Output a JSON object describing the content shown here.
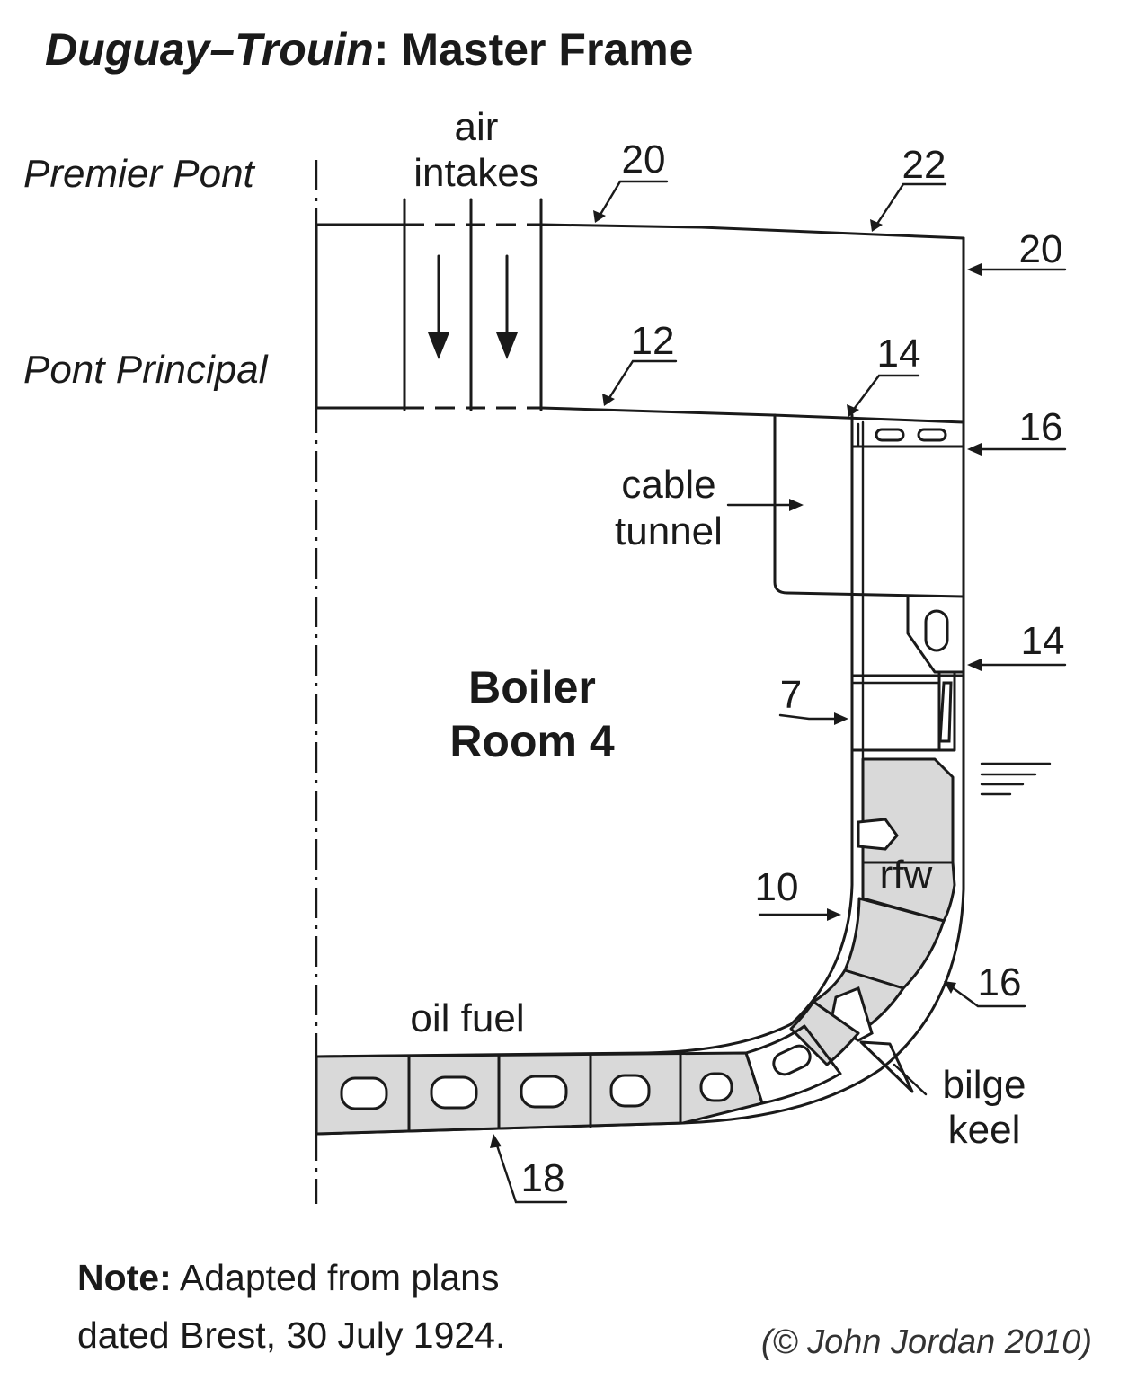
{
  "title": {
    "ship": "Duguay–Trouin",
    "rest": ": Master Frame"
  },
  "labels": {
    "premier_pont": "Premier Pont",
    "pont_principal": "Pont Principal",
    "air": "air",
    "intakes": "intakes",
    "cable": "cable",
    "tunnel": "tunnel",
    "boiler": "Boiler",
    "room": "Room 4",
    "rfw": "rfw",
    "oil_fuel": "oil fuel",
    "bilge": "bilge",
    "keel": "keel"
  },
  "thickness": {
    "deck_upper_left": "20",
    "deck_upper_right": "22",
    "side_top": "20",
    "deck_main": "12",
    "deck_main_edge": "14",
    "side_belt_top": "16",
    "side_mid": "14",
    "bulkhead_inner": "7",
    "bulkhead_lower": "10",
    "bilge_plate": "16",
    "bottom": "18"
  },
  "note": {
    "bold": "Note:",
    "line1": " Adapted from plans",
    "line2": "dated Brest, 30 July 1924."
  },
  "credit": "(© John Jordan 2010)",
  "colors": {
    "line": "#1a1a1a",
    "tank_fill": "#d9d9d9",
    "background": "#ffffff"
  }
}
